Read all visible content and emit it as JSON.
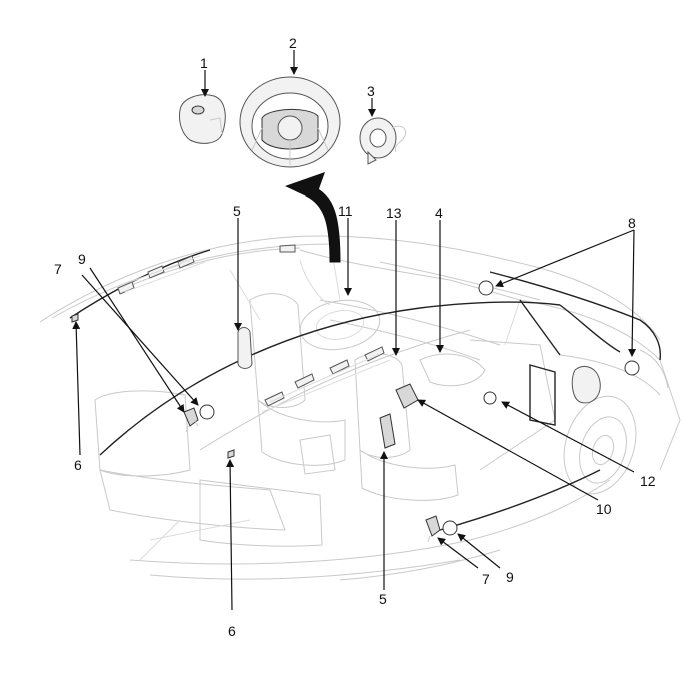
{
  "callouts": {
    "c1": "1",
    "c2": "2",
    "c3": "3",
    "c4": "4",
    "c5a": "5",
    "c5b": "5",
    "c6a": "6",
    "c6b": "6",
    "c7a": "7",
    "c7b": "7",
    "c8": "8",
    "c9a": "9",
    "c9b": "9",
    "c10": "10",
    "c11": "11",
    "c12": "12",
    "c13": "13"
  }
}
